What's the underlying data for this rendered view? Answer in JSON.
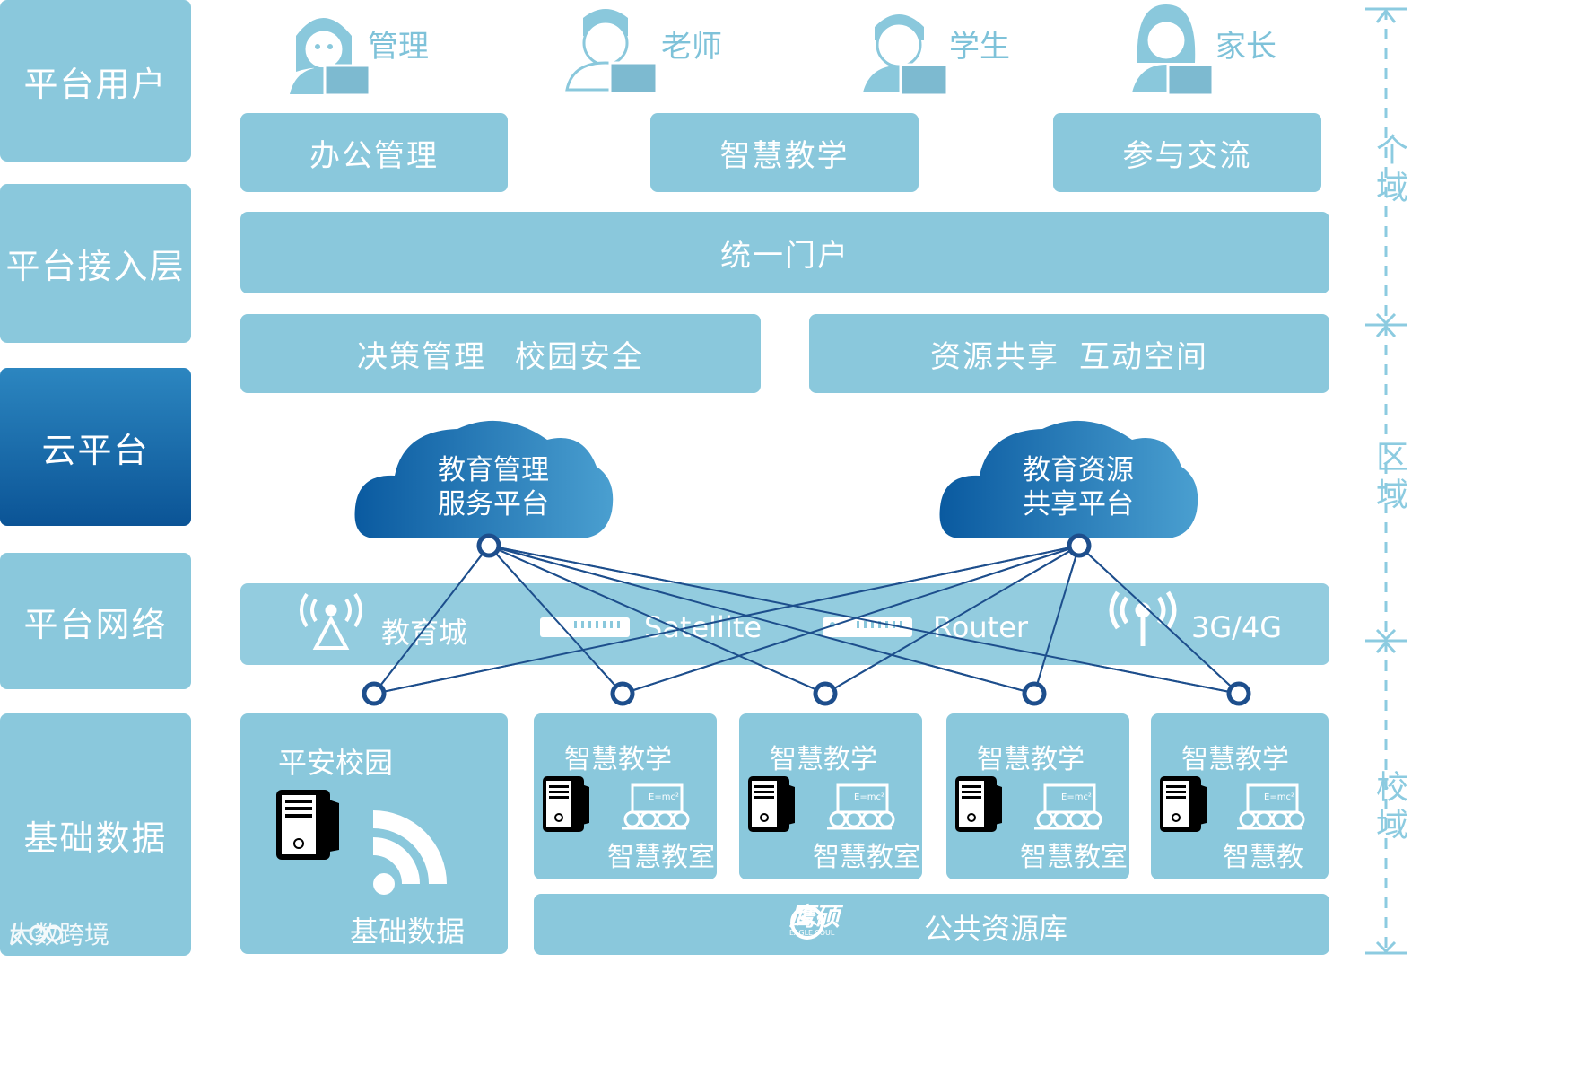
{
  "layers": [
    {
      "label": "平台用户"
    },
    {
      "label": "平台接入层"
    },
    {
      "label": "云平台"
    },
    {
      "label": "平台网络"
    },
    {
      "label": "基础数据"
    }
  ],
  "users": [
    {
      "label": "管理",
      "icon": "admin-user-icon"
    },
    {
      "label": "老师",
      "icon": "teacher-user-icon"
    },
    {
      "label": "学生",
      "icon": "student-user-icon"
    },
    {
      "label": "家长",
      "icon": "parent-user-icon"
    }
  ],
  "apps": [
    "办公管理",
    "智慧教学",
    "参与交流"
  ],
  "portal": "统一门户",
  "services": {
    "left": [
      "决策管理",
      "校园安全"
    ],
    "right": [
      "资源共享",
      "互动空间"
    ]
  },
  "clouds": [
    {
      "line1": "教育管理",
      "line2": "服务平台"
    },
    {
      "line1": "教育资源",
      "line2": "共享平台"
    }
  ],
  "network": [
    {
      "label": "教育城",
      "icon": "antenna-icon"
    },
    {
      "label": "Satellite",
      "icon": "satellite-device-icon"
    },
    {
      "label": "Router",
      "icon": "router-device-icon"
    },
    {
      "label": "3G/4G",
      "icon": "wireless-icon"
    }
  ],
  "campus_safe": {
    "title": "平安校园",
    "sub": "基础数据"
  },
  "classrooms": [
    {
      "title": "智慧教学",
      "sub": "智慧教室"
    },
    {
      "title": "智慧教学",
      "sub": "智慧教室"
    },
    {
      "title": "智慧教学",
      "sub": "智慧教室"
    },
    {
      "title": "智慧教学",
      "sub": "智慧教室"
    }
  ],
  "resource_lib": {
    "label": "公共资源库",
    "logo_text": "鹰硕",
    "logo_sub": "EAGLE SOUL"
  },
  "domains": [
    {
      "label": "个域"
    },
    {
      "label": "区域"
    },
    {
      "label": "校域"
    }
  ],
  "watermark": "大数跨境",
  "colors": {
    "box": "#8ac8dc",
    "accent": "#0b5496",
    "line": "#1d4e8c",
    "domain": "#8ccbe0"
  }
}
